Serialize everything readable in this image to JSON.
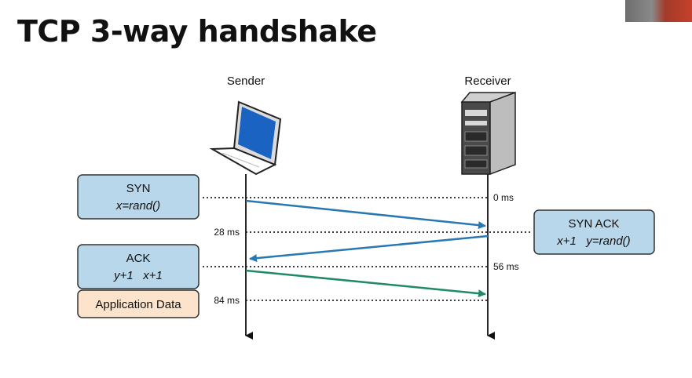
{
  "title": "TCP 3-way handshake",
  "actors": {
    "sender": "Sender",
    "receiver": "Receiver"
  },
  "boxes": {
    "syn": {
      "label": "SYN",
      "detail": "x=rand()"
    },
    "synack": {
      "label": "SYN ACK",
      "detail": "x+1   y=rand()"
    },
    "ack": {
      "label": "ACK",
      "detail": "y+1   x+1"
    },
    "appdata": {
      "label": "Application Data"
    }
  },
  "timestamps": {
    "t0": "0 ms",
    "t28": "28 ms",
    "t56": "56 ms",
    "t84": "84 ms"
  },
  "colors": {
    "box_blue_fill": "#b9d7ea",
    "box_orange_fill": "#fbe3cc",
    "arrow_blue": "#2878b4",
    "arrow_green": "#1e8a6a",
    "timeline": "#111111"
  },
  "icons": {
    "sender": "laptop-icon",
    "receiver": "server-tower-icon"
  }
}
